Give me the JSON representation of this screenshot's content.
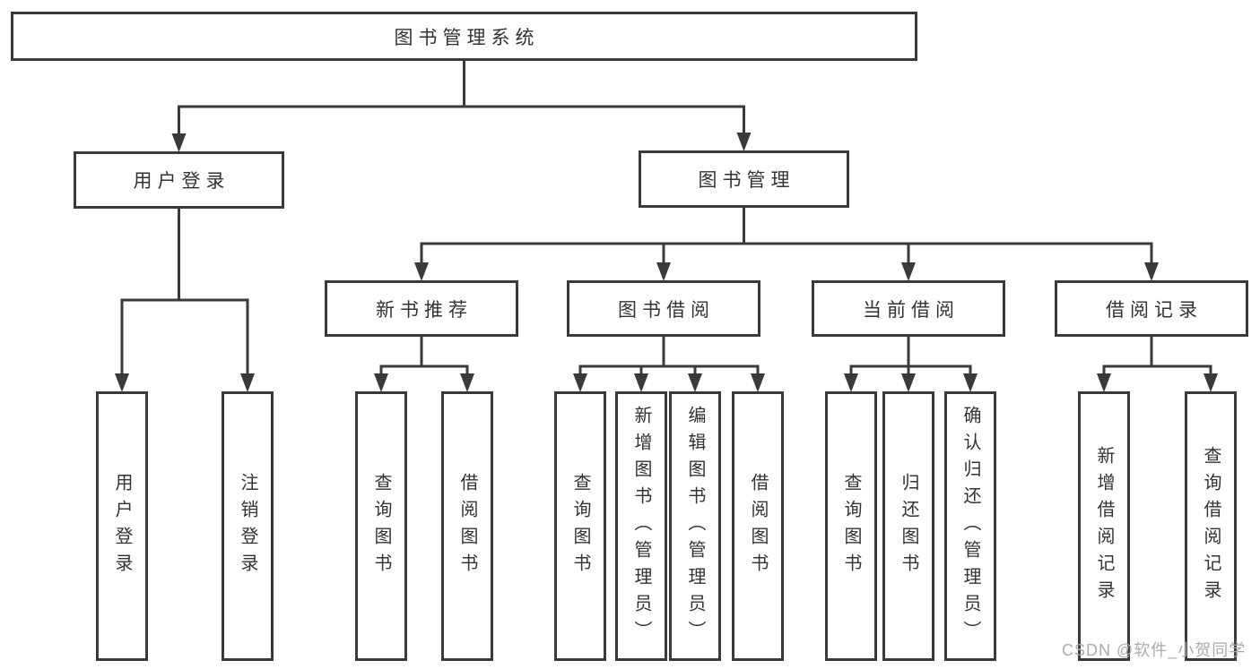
{
  "diagram_title": "图书管理系统",
  "nodes": {
    "root": {
      "label": "图书管理系统"
    },
    "user_login": {
      "label": "用户登录"
    },
    "book_mgmt": {
      "label": "图书管理"
    },
    "login": {
      "label": "用户登录"
    },
    "logout": {
      "label": "注销登录"
    },
    "new_books": {
      "label": "新书推荐"
    },
    "book_borrow": {
      "label": "图书借阅"
    },
    "current_borrow": {
      "label": "当前借阅"
    },
    "borrow_records": {
      "label": "借阅记录"
    },
    "query_books_new": {
      "label": "查询图书"
    },
    "borrow_books_new": {
      "label": "借阅图书"
    },
    "query_books_borrow": {
      "label": "查询图书"
    },
    "add_books": {
      "label": "新增图书（管理员）"
    },
    "edit_books": {
      "label": "编辑图书（管理员）"
    },
    "borrow_books_borrow": {
      "label": "借阅图书"
    },
    "query_books_current": {
      "label": "查询图书"
    },
    "return_books": {
      "label": "归还图书"
    },
    "confirm_return": {
      "label": "确认归还（管理员）"
    },
    "add_borrow_record": {
      "label": "新增借阅记录"
    },
    "query_borrow_record": {
      "label": "查询借阅记录"
    }
  },
  "watermark": "CSDN @软件_小贺同学",
  "colors": {
    "line": "#3a3a3a",
    "text": "#333333",
    "background": "#ffffff",
    "watermark": "#ababab"
  }
}
